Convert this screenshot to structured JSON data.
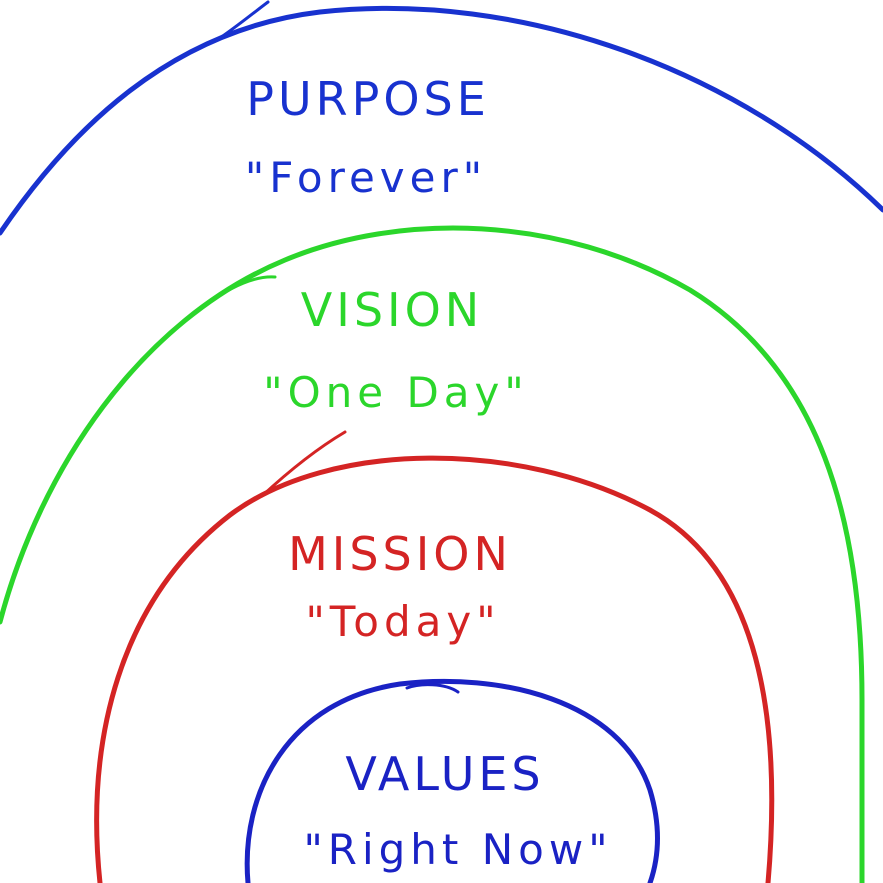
{
  "rings": [
    {
      "id": "purpose",
      "title": "PURPOSE",
      "subtitle": "\"Forever\"",
      "color": "#1832cf"
    },
    {
      "id": "vision",
      "title": "VISION",
      "subtitle": "\"One Day\"",
      "color": "#2bd62b"
    },
    {
      "id": "mission",
      "title": "MISSION",
      "subtitle": "\"Today\"",
      "color": "#d42424"
    },
    {
      "id": "values",
      "title": "VALUES",
      "subtitle": "\"Right Now\"",
      "color": "#1a22c4"
    }
  ]
}
